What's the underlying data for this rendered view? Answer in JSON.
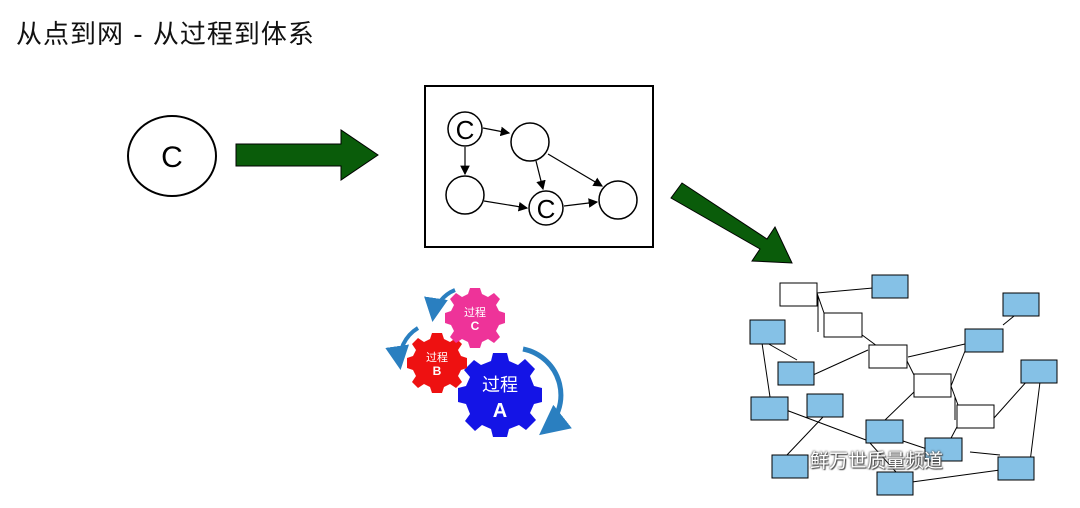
{
  "title": "从点到网 - 从过程到体系",
  "single_node": {
    "label": "C"
  },
  "process_net": {
    "c_label_1": "C",
    "c_label_2": "C"
  },
  "gears": {
    "gear_a": {
      "line1": "过程",
      "line2": "A",
      "color": "#1414e6"
    },
    "gear_b": {
      "line1": "过程",
      "line2": "B",
      "color": "#ee1111"
    },
    "gear_c": {
      "line1": "过程",
      "line2": "C",
      "color": "#ee3399"
    },
    "arrow_color": "#2a7fc0"
  },
  "colors": {
    "arrow_green": "#0a5c0a",
    "box_blue": "#85c1e6"
  },
  "watermark": "鲜万世质量频道"
}
